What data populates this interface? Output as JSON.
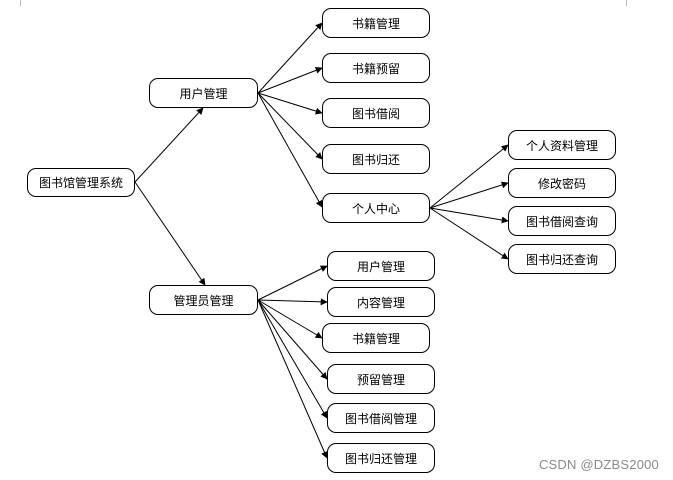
{
  "diagram": {
    "root": "图书馆管理系统",
    "user_branch": {
      "label": "用户管理",
      "children": [
        "书籍管理",
        "书籍预留",
        "图书借阅",
        "图书归还",
        "个人中心"
      ]
    },
    "personal_center": {
      "label": "个人中心",
      "children": [
        "个人资料管理",
        "修改密码",
        "图书借阅查询",
        "图书归还查询"
      ]
    },
    "admin_branch": {
      "label": "管理员管理",
      "children": [
        "用户管理",
        "内容管理",
        "书籍管理",
        "预留管理",
        "图书借阅管理",
        "图书归还管理"
      ]
    }
  },
  "watermark": "CSDN @DZBS2000"
}
